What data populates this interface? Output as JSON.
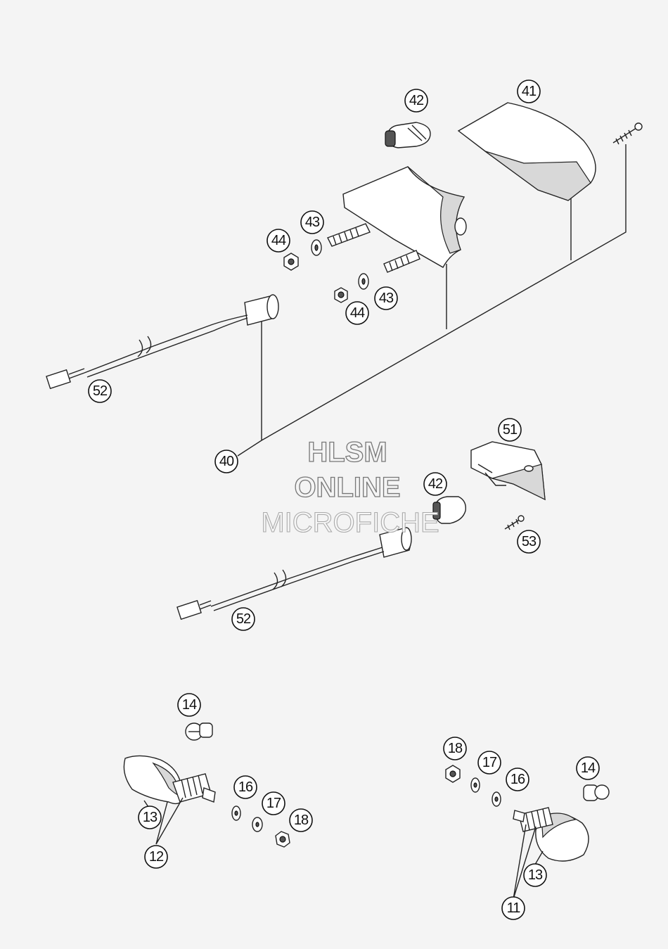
{
  "diagram": {
    "watermark": {
      "line1": "HLSM",
      "line2": "ONLINE",
      "line3": "MICROFICHE"
    },
    "callouts": [
      {
        "id": "c41",
        "label": "41"
      },
      {
        "id": "c42a",
        "label": "42"
      },
      {
        "id": "c43a",
        "label": "43"
      },
      {
        "id": "c44a",
        "label": "44"
      },
      {
        "id": "c43b",
        "label": "43"
      },
      {
        "id": "c44b",
        "label": "44"
      },
      {
        "id": "c52a",
        "label": "52"
      },
      {
        "id": "c40",
        "label": "40"
      },
      {
        "id": "c51",
        "label": "51"
      },
      {
        "id": "c42b",
        "label": "42"
      },
      {
        "id": "c53",
        "label": "53"
      },
      {
        "id": "c52b",
        "label": "52"
      },
      {
        "id": "c14a",
        "label": "14"
      },
      {
        "id": "c16a",
        "label": "16"
      },
      {
        "id": "c17a",
        "label": "17"
      },
      {
        "id": "c18a",
        "label": "18"
      },
      {
        "id": "c13a",
        "label": "13"
      },
      {
        "id": "c12",
        "label": "12"
      },
      {
        "id": "c18b",
        "label": "18"
      },
      {
        "id": "c17b",
        "label": "17"
      },
      {
        "id": "c16b",
        "label": "16"
      },
      {
        "id": "c14b",
        "label": "14"
      },
      {
        "id": "c13b",
        "label": "13"
      },
      {
        "id": "c11",
        "label": "11"
      }
    ]
  }
}
